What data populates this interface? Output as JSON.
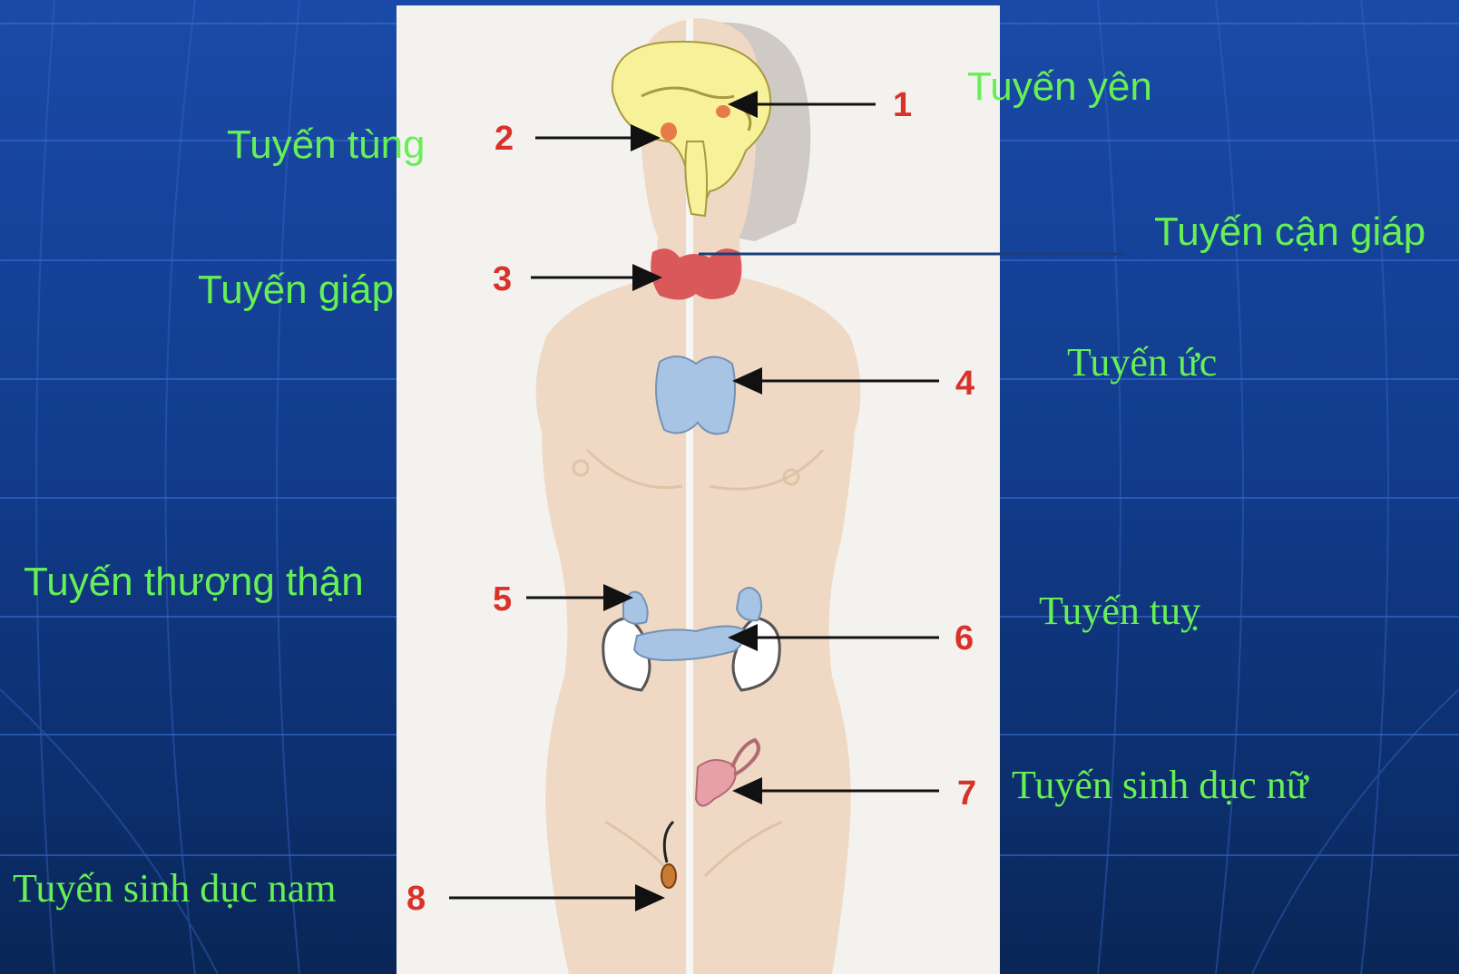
{
  "colors": {
    "background": "#123d8e",
    "label_text": "#66f055",
    "body_skin": "#efd9c4",
    "brain": "#f7f19a",
    "thyroid": "#d9585a",
    "thymus_and_adrenal": "#a8c4e4",
    "callout_line": "#111111",
    "number": "#d9322a"
  },
  "markers": [
    "1",
    "2",
    "3",
    "4",
    "5",
    "6",
    "7",
    "8"
  ],
  "labels": {
    "pituitary": "Tuyến yên",
    "pineal": "Tuyến tùng",
    "parathyroid": "Tuyến cận giáp",
    "thyroid": "Tuyến giáp",
    "thymus": "Tuyến ức",
    "adrenal": "Tuyến thượng thận",
    "pancreas": "Tuyến tuỵ",
    "female_gonad": "Tuyến sinh dục nữ",
    "male_gonad": "Tuyến sinh dục nam"
  }
}
